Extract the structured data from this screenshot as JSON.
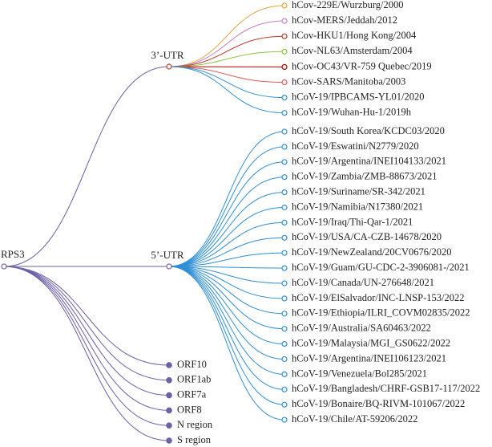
{
  "root": {
    "label": "RPS3"
  },
  "groups": [
    {
      "label": "3’-UTR",
      "node_color": "#c0392b",
      "leaves": [
        {
          "label": "hCov-229E/Wurzburg/2000",
          "color": "#e6a23c"
        },
        {
          "label": "hCov-MERS/Jeddah/2012",
          "color": "#c77dc7"
        },
        {
          "label": "hCov-HKU1/Hong Kong/2004",
          "color": "#c0392b"
        },
        {
          "label": "hCov-NL63/Amsterdam/2004",
          "color": "#8cc63f"
        },
        {
          "label": "hCov-OC43/VR-759 Quebec/2019",
          "color": "#b30000"
        },
        {
          "label": "hCov-SARS/Manitoba/2003",
          "color": "#e05a5a"
        },
        {
          "label": "hCoV-19/IPBCAMS-YL01/2020",
          "color": "#2f8fd6"
        },
        {
          "label": "hCoV-19/Wuhan-Hu-1/2019h",
          "color": "#2f8fd6"
        }
      ]
    },
    {
      "label": "5’-UTR",
      "node_color": "#7b5ea7",
      "leaves": [
        {
          "label": "hCoV-19/South Korea/KCDC03/2020",
          "color": "#2f8fd6"
        },
        {
          "label": "hCoV-19/Eswatini/N2779/2020",
          "color": "#2f8fd6"
        },
        {
          "label": "hCoV-19/Argentina/INEI104133/2021",
          "color": "#2f8fd6"
        },
        {
          "label": "hCoV-19/Zambia/ZMB-88673/2021",
          "color": "#2f8fd6"
        },
        {
          "label": "hCoV-19/Suriname/SR-342/2021",
          "color": "#2f8fd6"
        },
        {
          "label": "hCoV-19/Namibia/N17380/2021",
          "color": "#2f8fd6"
        },
        {
          "label": "hCoV-19/Iraq/Thi-Qar-1/2021",
          "color": "#2f8fd6"
        },
        {
          "label": "hCoV-19/USA/CA-CZB-14678/2020",
          "color": "#2f8fd6"
        },
        {
          "label": "hCoV-19/NewZealand/20CV0676/2020",
          "color": "#2f8fd6"
        },
        {
          "label": "hCoV-19/Guam/GU-CDC-2-3906081-/2021",
          "color": "#2f8fd6"
        },
        {
          "label": "hCoV-19/Canada/UN-276648/2021",
          "color": "#2f8fd6"
        },
        {
          "label": "hCoV-19/ElSalvador/INC-LNSP-153/2022",
          "color": "#2f8fd6"
        },
        {
          "label": "hCoV-19/Ethiopia/ILRI_COVM02835/2022",
          "color": "#2f8fd6"
        },
        {
          "label": "hCoV-19/Australia/SA60463/2022",
          "color": "#2f8fd6"
        },
        {
          "label": "hCoV-19/Malaysia/MGI_GS0622/2022",
          "color": "#2f8fd6"
        },
        {
          "label": "hCoV-19/Argentina/INEI106123/2021",
          "color": "#2f8fd6"
        },
        {
          "label": "hCoV-19/Venezuela/Bol285/2021",
          "color": "#2f8fd6"
        },
        {
          "label": "hCoV-19/Bangladesh/CHRF-GSB17-117/2022",
          "color": "#2f8fd6"
        },
        {
          "label": "hCoV-19/Bonaire/BQ-RIVM-101067/2022",
          "color": "#2f8fd6"
        },
        {
          "label": "hCoV-19/Chile/AT-59206/2022",
          "color": "#2f8fd6"
        }
      ]
    }
  ],
  "regions": {
    "color": "#6e5fa6",
    "items": [
      "ORF10",
      "ORF1ab",
      "ORF7a",
      "ORF8",
      "N region",
      "S region"
    ]
  },
  "root_color": "#6e5fa6"
}
